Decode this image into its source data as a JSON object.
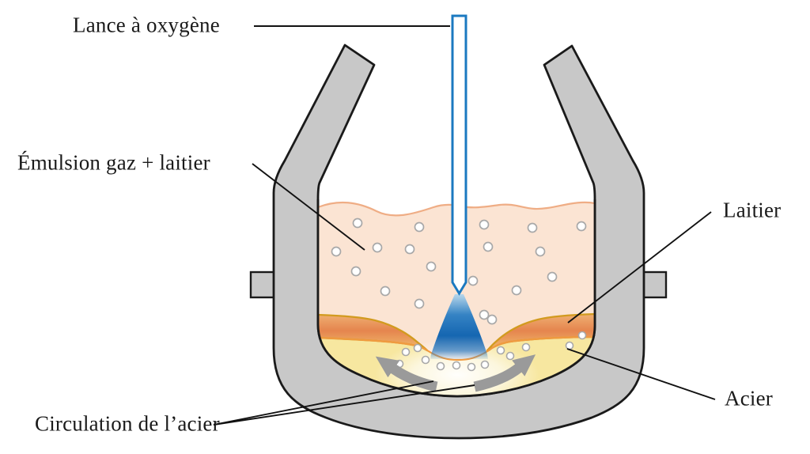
{
  "diagram": {
    "type": "basic-oxygen-furnace-converter-schematic",
    "labels": {
      "lance": "Lance à oxygène",
      "emulsion": "Émulsion gaz + laitier",
      "laitier": "Laitier",
      "acier": "Acier",
      "circulation": "Circulation de l’acier"
    },
    "colors": {
      "vessel_gray": "#c8c8c8",
      "outline_black": "#1a1a1a",
      "lance_blue": "#1b79c0",
      "emulsion_peach": "#fbe4d3",
      "emulsion_wave_stroke": "#efad85",
      "slag_orange": "#e5854e",
      "slag_top_stroke": "#d29b1f",
      "steel_surface_stroke": "#f09a40",
      "steel_yellow": "#f7e7a0",
      "jet_blue": "#1a6cb5",
      "arrow_gray": "#9a9a9a"
    }
  }
}
